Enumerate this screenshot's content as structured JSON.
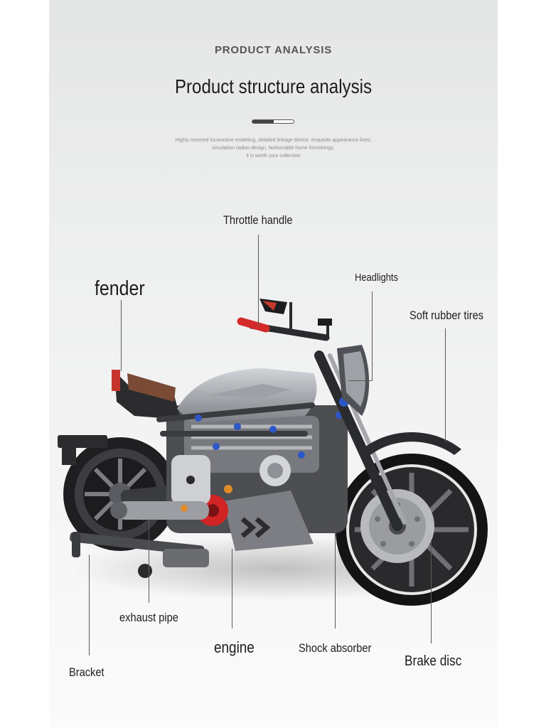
{
  "header": {
    "kicker": "PRODUCT ANALYSIS",
    "title": "Product structure analysis",
    "description": [
      "Highly restored locomotive modeling, detailed linkage device, exquisite appearance lines,",
      "simulation radian design, fashionable home furnishings,",
      "it is worth your collection"
    ]
  },
  "callouts": {
    "throttle": "Throttle handle",
    "fender": "fender",
    "headlights": "Headlights",
    "tires": "Soft rubber tires",
    "exhaust": "exhaust pipe",
    "engine": "engine",
    "shock": "Shock absorber",
    "brake": "Brake disc",
    "bracket": "Bracket"
  },
  "image": {
    "description": "grey brick-built motorcycle model shown in side view",
    "colors": {
      "body": "#8d8f93",
      "dark": "#2b2b2d",
      "accent_red": "#d42a2a",
      "accent_blue": "#2d57c8",
      "accent_orange": "#e08a2a",
      "seat_brown": "#7a4a35"
    }
  }
}
